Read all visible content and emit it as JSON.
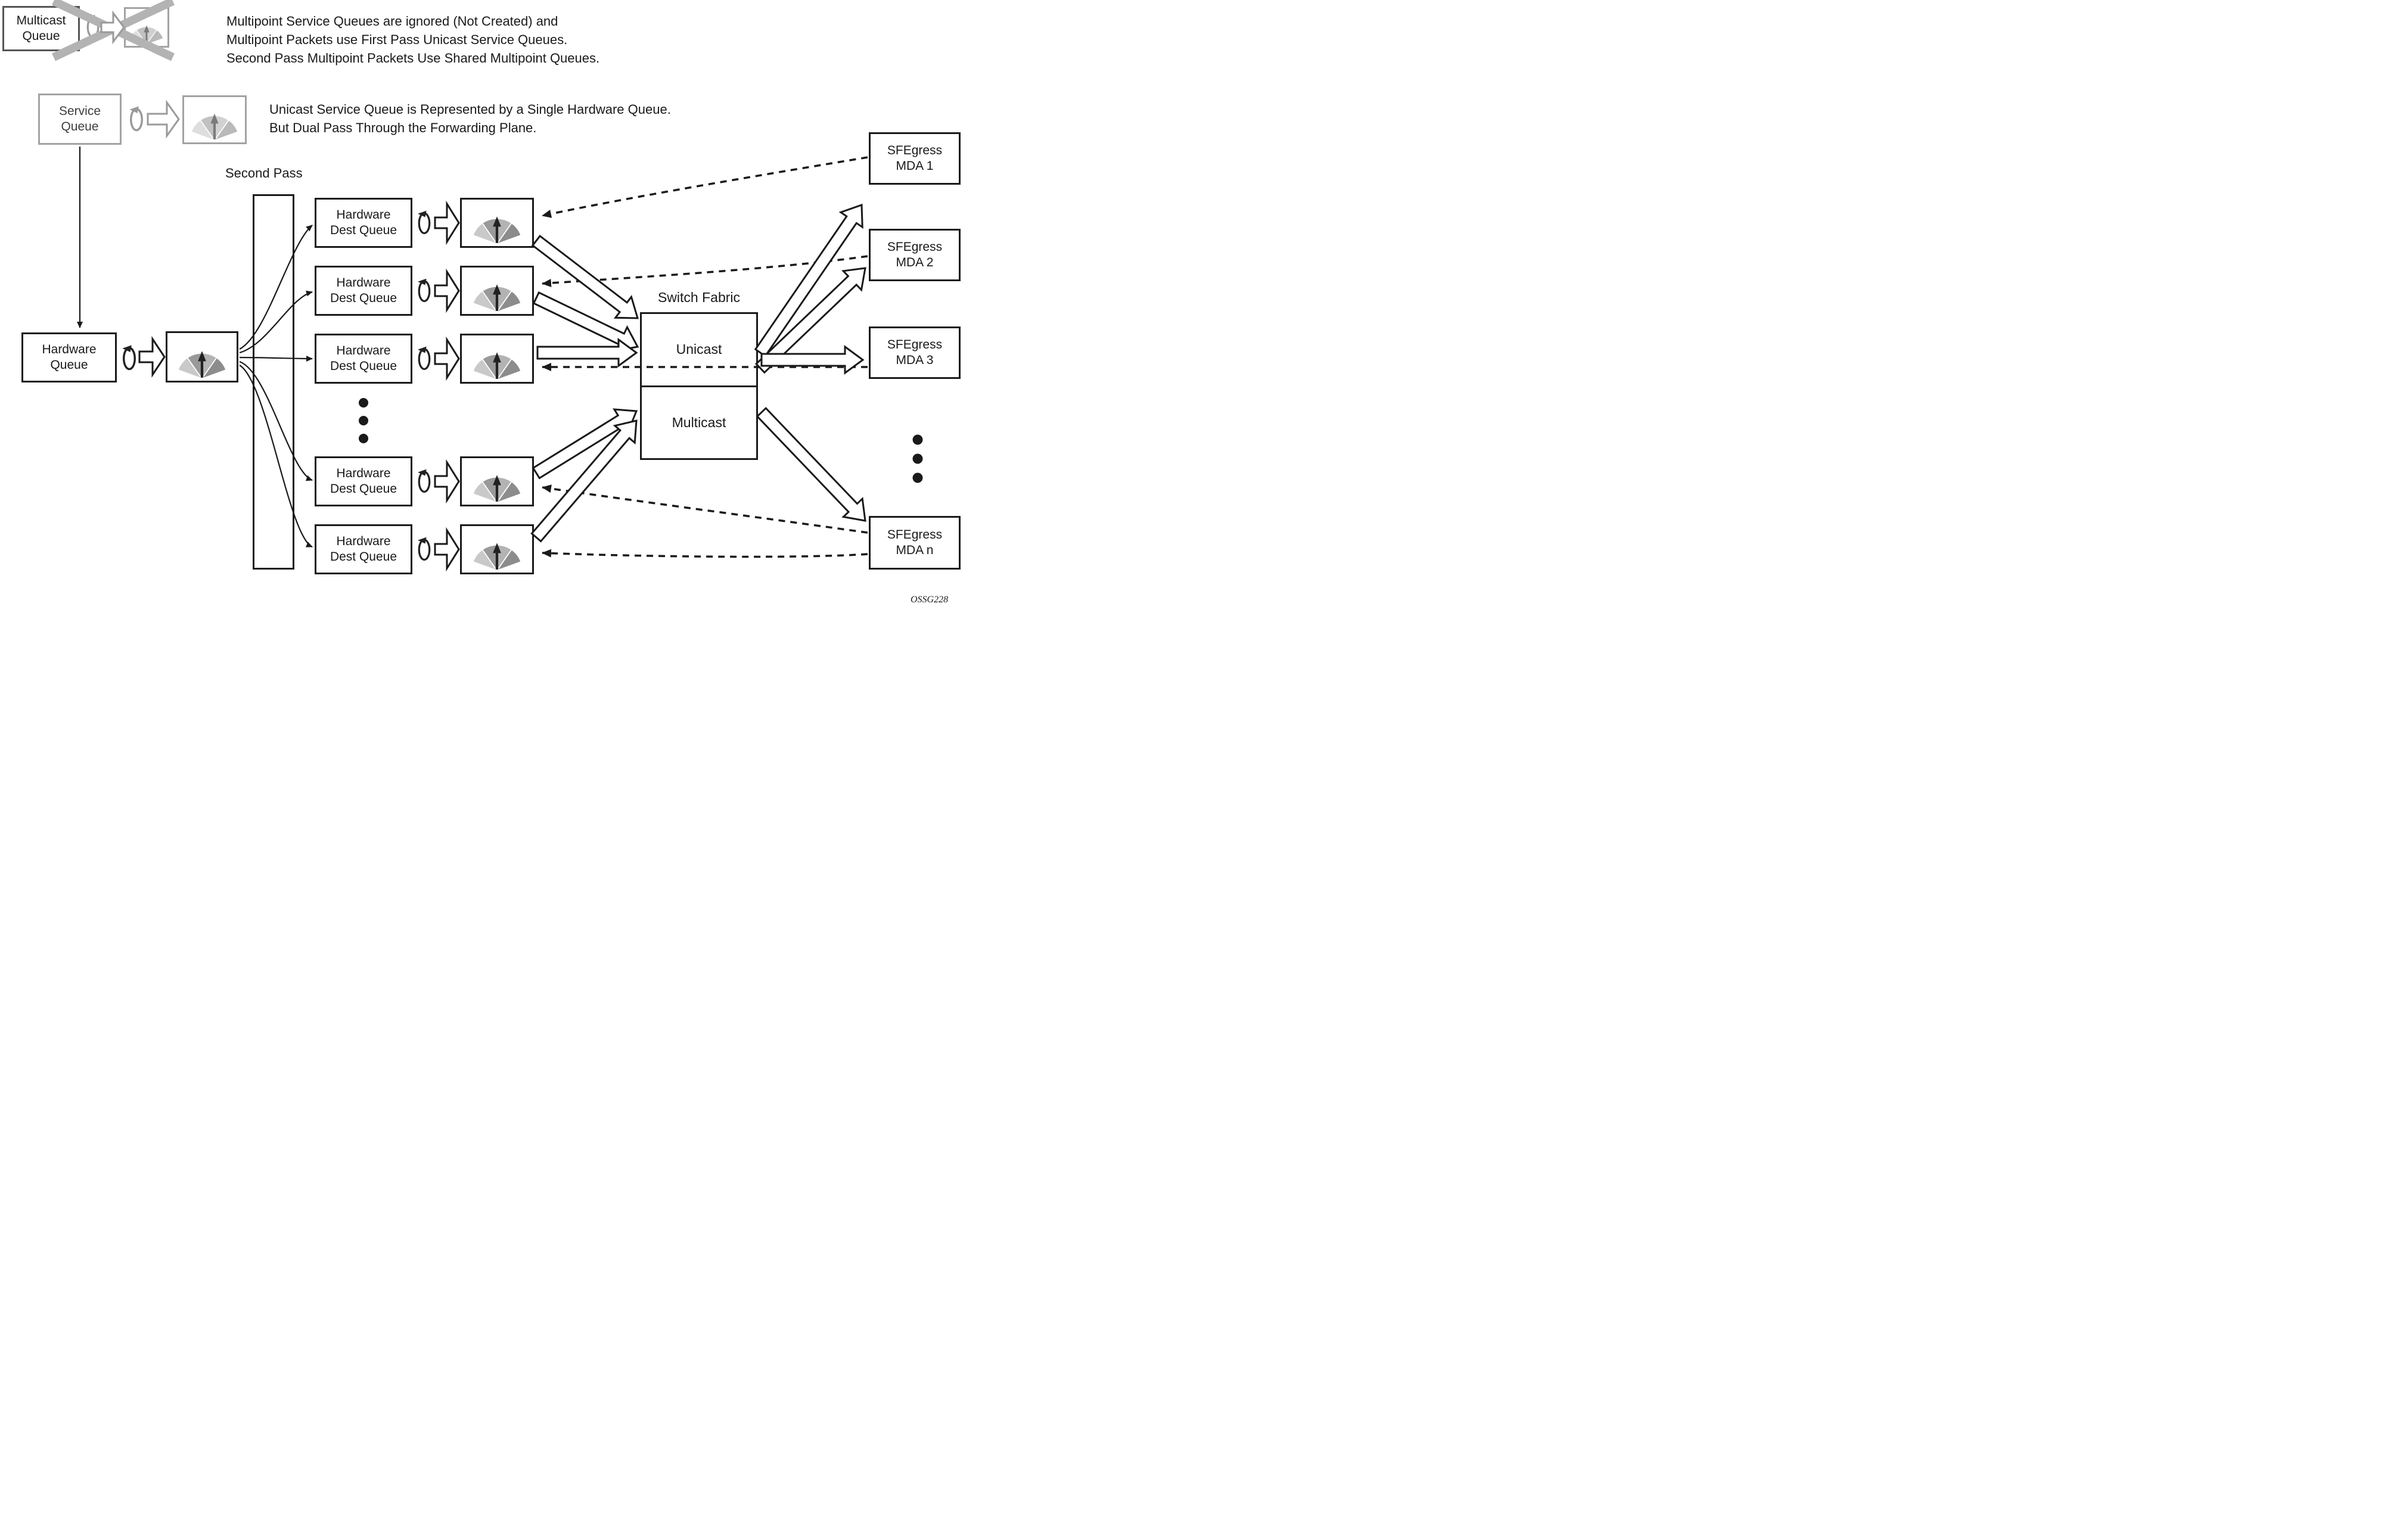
{
  "legend": {
    "multicast_queue_label": "Multicast\nQueue",
    "multicast_note": "Multipoint Service Queues are ignored (Not Created) and\nMultipoint Packets use First Pass Unicast Service Queues.\nSecond Pass Multipoint Packets Use Shared Multipoint Queues.",
    "service_queue_label": "Service\nQueue",
    "service_note": "Unicast Service Queue is Represented by a Single Hardware Queue.\nBut Dual Pass Through the Forwarding Plane."
  },
  "pipeline": {
    "hardware_queue_label": "Hardware\nQueue",
    "second_pass_label": "Second Pass",
    "dest_queues": [
      {
        "label": "Hardware\nDest Queue"
      },
      {
        "label": "Hardware\nDest Queue"
      },
      {
        "label": "Hardware\nDest Queue"
      },
      {
        "label": "Hardware\nDest Queue"
      },
      {
        "label": "Hardware\nDest Queue"
      }
    ]
  },
  "switch_fabric": {
    "title": "Switch Fabric",
    "sections": [
      {
        "label": "Unicast"
      },
      {
        "label": "Multicast"
      }
    ]
  },
  "egress": {
    "mdas": [
      {
        "label": "SFEgress\nMDA 1"
      },
      {
        "label": "SFEgress\nMDA 2"
      },
      {
        "label": "SFEgress\nMDA 3"
      },
      {
        "label": "SFEgress\nMDA n"
      }
    ]
  },
  "footer": {
    "figure_id": "OSSG228"
  },
  "icons": {
    "cycle": "queue-cycle-icon",
    "gauge": "scheduler-meter-icon",
    "hollow_arrow": "flow-arrow-icon",
    "crossed_out": "not-created-x-icon"
  },
  "colors": {
    "line": "#1a1a1a",
    "legend_gray": "#a3a3a3",
    "x_mark_gray": "#b3b3b3",
    "gauge_light": "#c9c9c9",
    "gauge_mid": "#b3b3b3",
    "gauge_dark": "#8c8c8c",
    "gauge_dark2": "#999999"
  }
}
